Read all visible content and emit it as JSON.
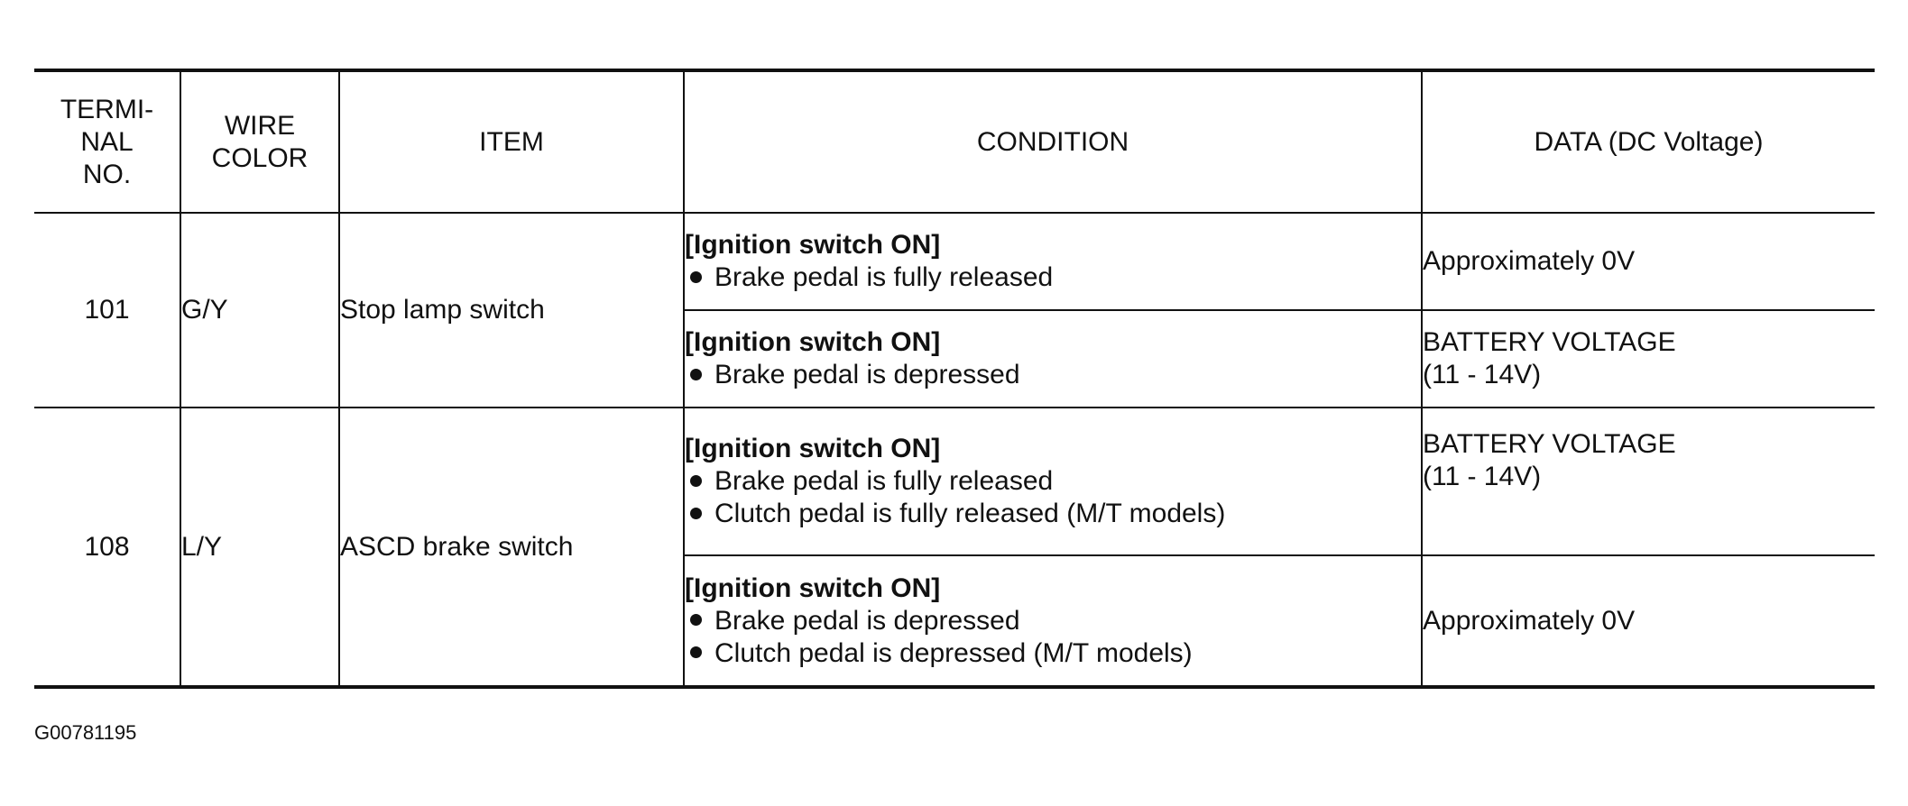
{
  "table": {
    "headers": {
      "terminal_no": [
        "TERMI-",
        "NAL",
        "NO."
      ],
      "wire_color": [
        "WIRE",
        "COLOR"
      ],
      "item": "ITEM",
      "condition": "CONDITION",
      "data": "DATA (DC Voltage)"
    },
    "groups": [
      {
        "terminal": "101",
        "wire": "G/Y",
        "item": "Stop lamp switch",
        "conditions": [
          {
            "title": "[Ignition switch ON]",
            "bullets": [
              "Brake pedal is fully released"
            ],
            "data": [
              "Approximately 0V"
            ]
          },
          {
            "title": "[Ignition switch ON]",
            "bullets": [
              "Brake pedal is depressed"
            ],
            "data": [
              "BATTERY VOLTAGE",
              "(11 - 14V)"
            ]
          }
        ]
      },
      {
        "terminal": "108",
        "wire": "L/Y",
        "item": "ASCD brake switch",
        "conditions": [
          {
            "title": "[Ignition switch ON]",
            "bullets": [
              "Brake pedal is fully released",
              "Clutch pedal is fully released (M/T models)"
            ],
            "data": [
              "BATTERY VOLTAGE",
              "(11 - 14V)"
            ]
          },
          {
            "title": "[Ignition switch ON]",
            "bullets": [
              "Brake pedal is depressed",
              "Clutch pedal is depressed (M/T models)"
            ],
            "data": [
              "Approximately 0V"
            ]
          }
        ]
      }
    ]
  },
  "footer": {
    "code": "G00781195"
  }
}
